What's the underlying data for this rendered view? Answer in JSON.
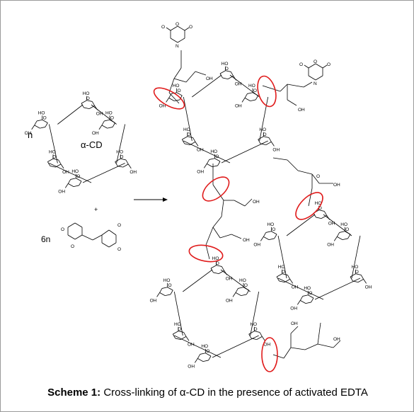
{
  "reactants": {
    "n_label": "n",
    "cd_label": "α-CD",
    "plus": "+",
    "six_n_label": "6n"
  },
  "product": {
    "groups": {
      "oh": "OH",
      "ho": "HO",
      "o": "O"
    }
  },
  "caption": {
    "bold": "Scheme 1:",
    "text": " Cross-linking of α-CD in the presence of activated EDTA"
  },
  "colors": {
    "bond": "#000000",
    "highlight": "#e01b1b"
  }
}
